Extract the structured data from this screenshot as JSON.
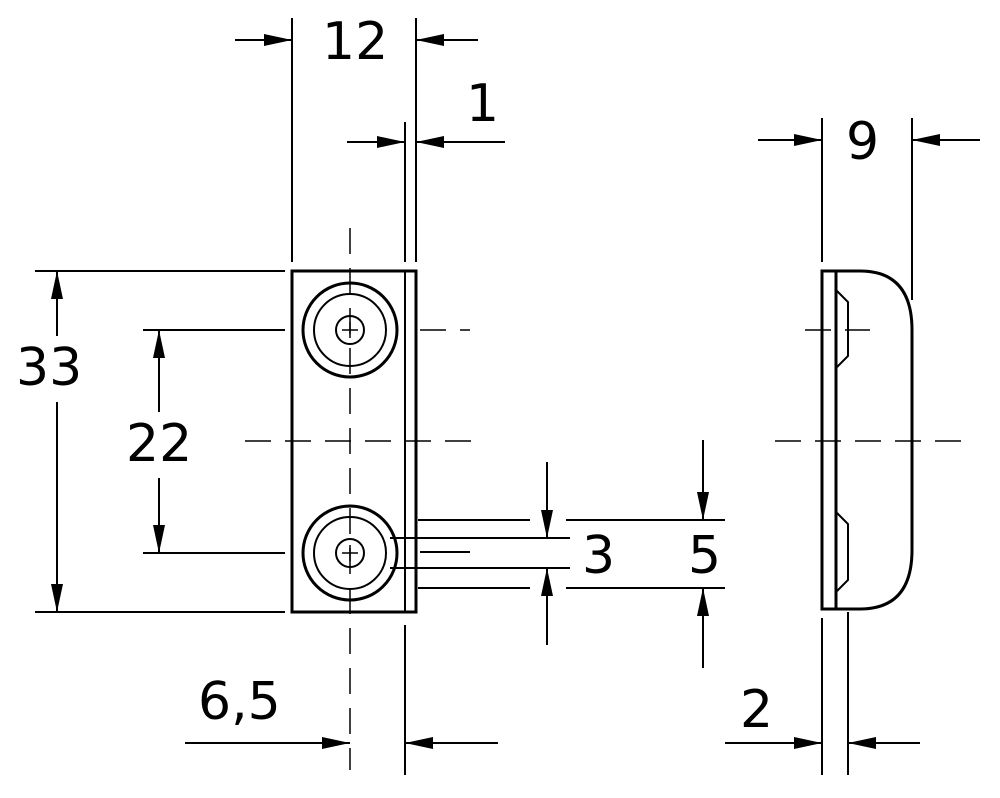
{
  "dimensions": {
    "width_total": "12",
    "flange_thickness": "1",
    "side_depth": "9",
    "height_total": "33",
    "hole_spacing": "22",
    "hole_diameter_small": "3",
    "hole_diameter_large": "5",
    "hole_offset": "6,5",
    "side_plate_thickness": "2"
  }
}
